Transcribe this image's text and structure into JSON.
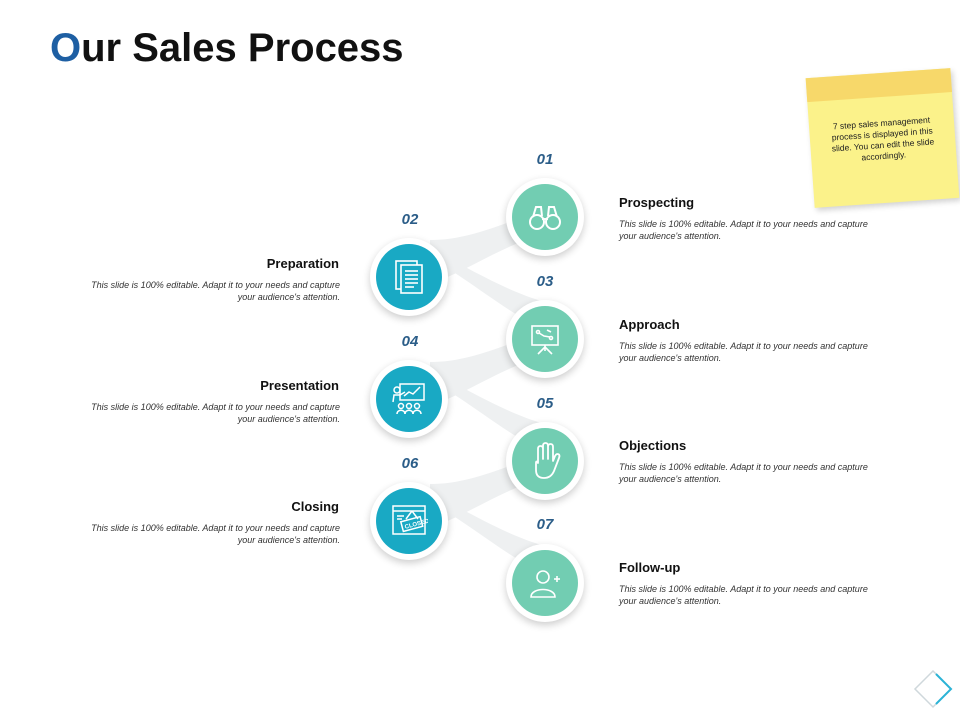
{
  "title": {
    "first_letter": "O",
    "rest": "ur Sales Process"
  },
  "note": {
    "text": "7 step sales management process is displayed in this slide. You can edit the slide accordingly."
  },
  "steps": [
    {
      "number": "01",
      "title": "Prospecting",
      "desc": "This slide is 100% editable. Adapt it to your needs and capture your audience's attention.",
      "icon": "binoculars-icon",
      "color": "#72cdb2"
    },
    {
      "number": "02",
      "title": "Preparation",
      "desc": "This slide is 100% editable. Adapt it to your needs and capture your audience's attention.",
      "icon": "documents-icon",
      "color": "#19a9c4"
    },
    {
      "number": "03",
      "title": "Approach",
      "desc": "This slide is 100% editable. Adapt it to your needs and capture your audience's attention.",
      "icon": "whiteboard-icon",
      "color": "#72cdb2"
    },
    {
      "number": "04",
      "title": "Presentation",
      "desc": "This slide is 100% editable. Adapt it to your needs and capture your audience's attention.",
      "icon": "presenter-icon",
      "color": "#19a9c4"
    },
    {
      "number": "05",
      "title": "Objections",
      "desc": "This slide is 100% editable. Adapt it to your needs and capture your audience's attention.",
      "icon": "raised-hand-icon",
      "color": "#72cdb2"
    },
    {
      "number": "06",
      "title": "Closing",
      "desc": "This slide is 100% editable. Adapt it to your needs and capture your audience's attention.",
      "icon": "closed-sign-icon",
      "color": "#19a9c4"
    },
    {
      "number": "07",
      "title": "Follow-up",
      "desc": "This slide is 100% editable. Adapt it to your needs and capture your audience's attention.",
      "icon": "add-user-icon",
      "color": "#72cdb2"
    }
  ]
}
